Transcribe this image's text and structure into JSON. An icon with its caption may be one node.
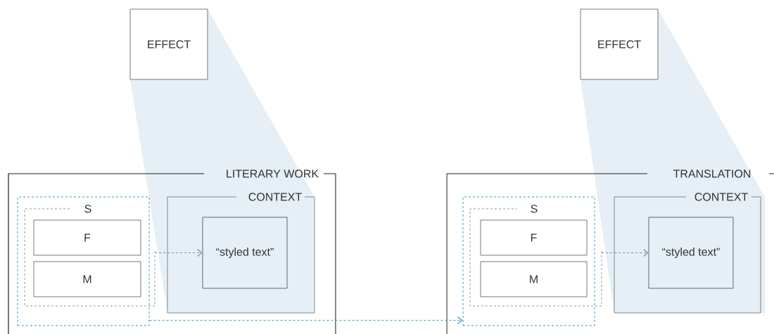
{
  "diagram": {
    "nodes": [
      {
        "text": [
          "EFFECT"
        ]
      },
      {
        "text": [
          "LITERARY WORK"
        ]
      },
      {
        "text": [],
        "shape": "box",
        "in": 1
      },
      {
        "text": [
          "S"
        ],
        "in": 2
      },
      {
        "text": [
          "F"
        ],
        "in": 3
      },
      {
        "text": [
          "M"
        ],
        "in": 3
      },
      {
        "text": [
          "CONTEXT"
        ],
        "in": 1
      },
      {
        "text": [
          "“styled text”"
        ],
        "in": 6
      },
      {
        "text": [
          "EFFECT"
        ]
      },
      {
        "text": [
          "TRANSLATION"
        ]
      },
      {
        "text": [],
        "shape": "box",
        "in": 9
      },
      {
        "text": [
          "S"
        ],
        "in": 10
      },
      {
        "text": [
          "F"
        ],
        "in": 11
      },
      {
        "text": [
          "M"
        ],
        "in": 11
      },
      {
        "text": [
          "CONTEXT"
        ],
        "in": 9
      },
      {
        "text": [
          "“styled text”"
        ],
        "in": 14
      }
    ],
    "edges": [
      {
        "from": 3,
        "to": 7,
        "arrow": "to",
        "style": "dashed"
      },
      {
        "from": 2,
        "to": 10,
        "arrow": "to",
        "style": "dashed",
        "color": "#3a9cc4"
      },
      {
        "from": 11,
        "to": 15,
        "arrow": "to",
        "style": "dashed"
      }
    ]
  }
}
